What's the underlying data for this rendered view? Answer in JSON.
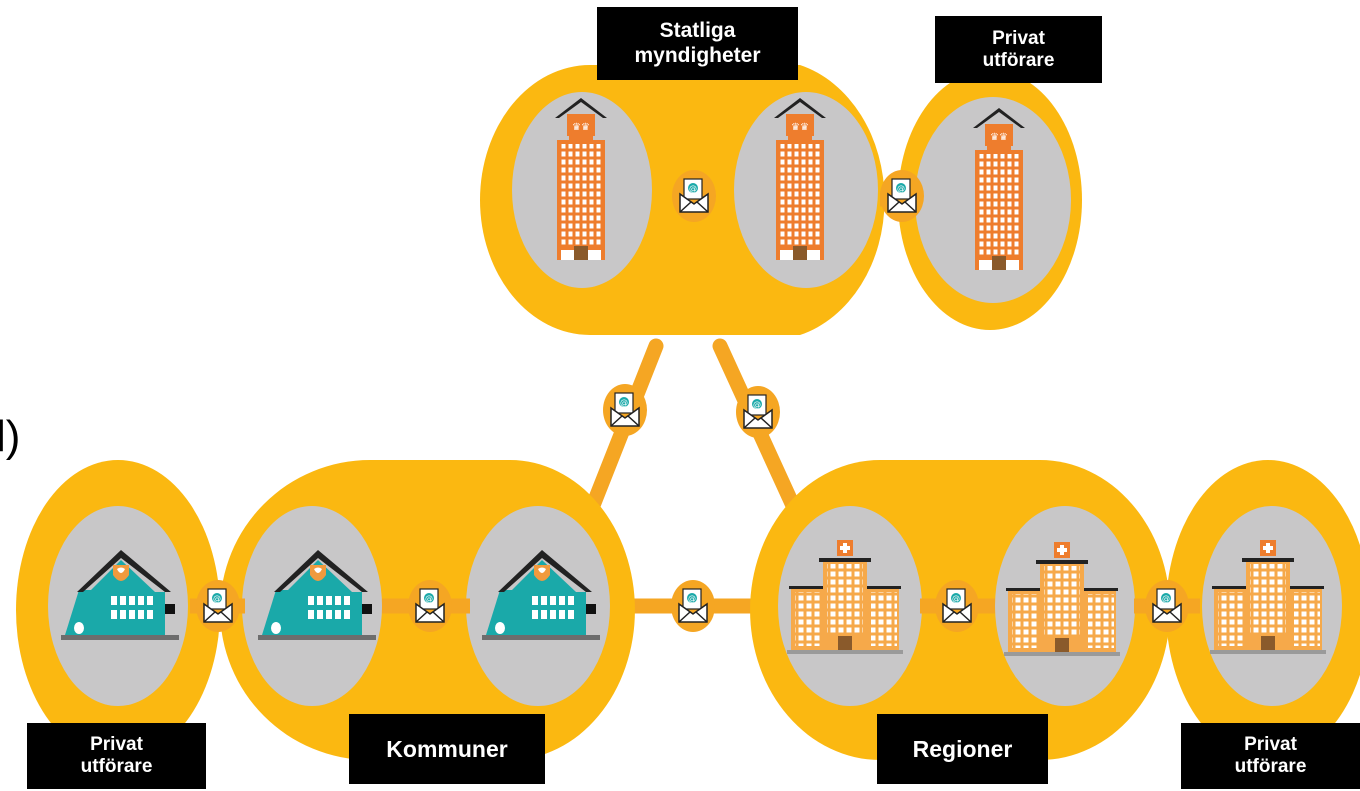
{
  "colors": {
    "yellow": "#fbb811",
    "connector": "#f5a623",
    "gray": "#c8c7c8",
    "state_building": "#ee7d2d",
    "municipal_building": "#1aa9a9",
    "region_building": "#f6a94a",
    "label_bg": "#000000",
    "label_text": "#ffffff"
  },
  "labels": {
    "state": "Statliga myndigheter",
    "state_private": "Privat utförare",
    "municipalities": "Kommuner",
    "municipal_private": "Privat utförare",
    "regions": "Regioner",
    "region_private": "Privat utförare"
  },
  "edge_fragment": "l)",
  "icons": {
    "state_building": "state-agency-building-icon",
    "municipal_building": "municipal-building-icon",
    "region_building": "hospital-building-icon",
    "message": "email-envelope-icon"
  }
}
